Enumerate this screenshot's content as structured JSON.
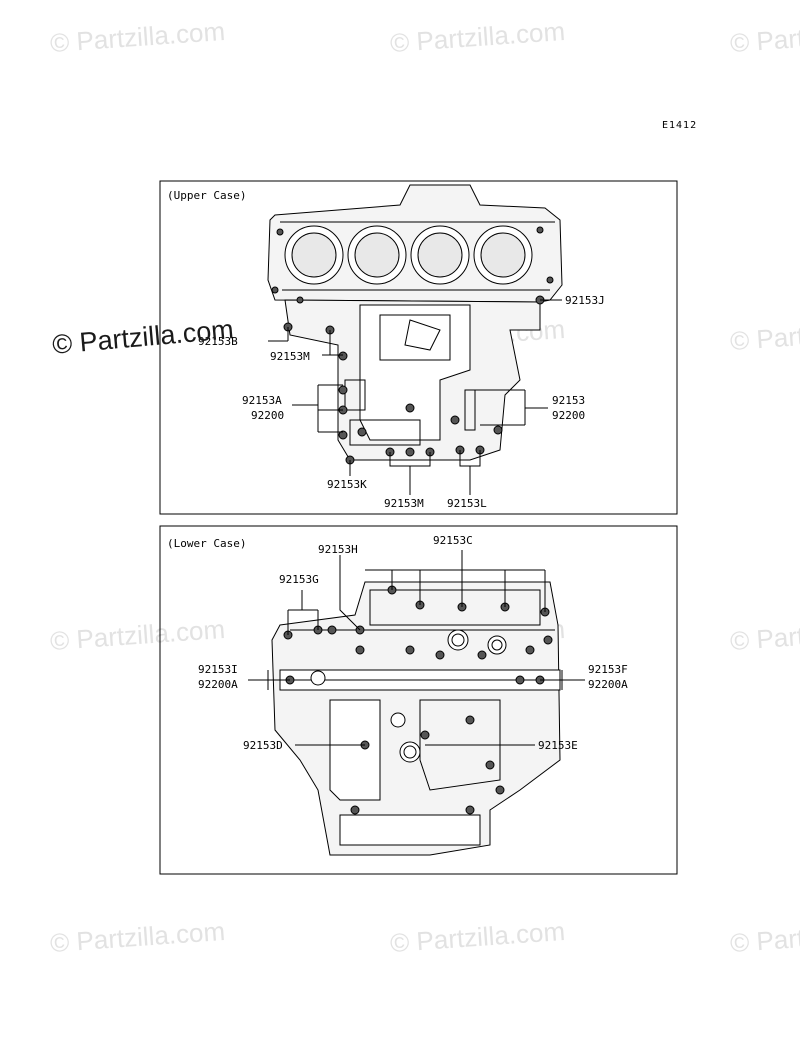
{
  "diagram_code": "E1412",
  "watermark": "© Partzilla.com",
  "watermark_light": "© Partzilla.com",
  "upper": {
    "title": "(Upper Case)",
    "labels": {
      "j": "92153J",
      "b": "92153B",
      "m1": "92153M",
      "a": "92153A",
      "a2": "92200",
      "r1": "92153",
      "r2": "92200",
      "k": "92153K",
      "m2": "92153M",
      "l": "92153L"
    }
  },
  "lower": {
    "title": "(Lower Case)",
    "labels": {
      "h": "92153H",
      "c": "92153C",
      "g": "92153G",
      "i": "92153I",
      "i2": "92200A",
      "f": "92153F",
      "f2": "92200A",
      "d": "92153D",
      "e": "92153E"
    }
  }
}
